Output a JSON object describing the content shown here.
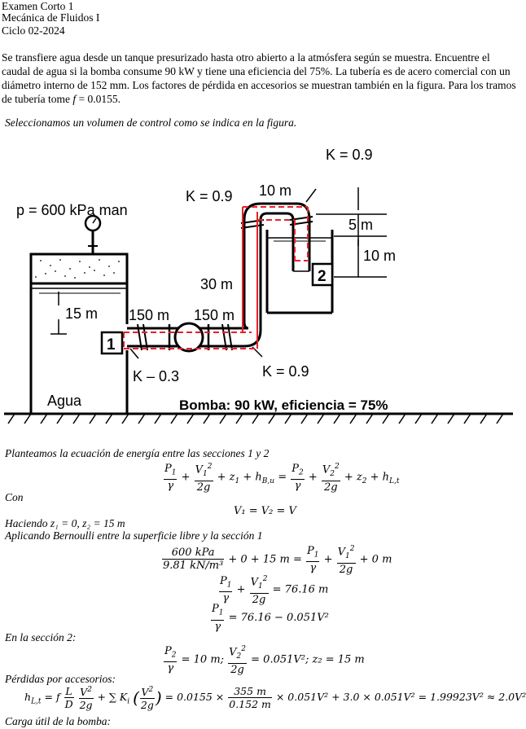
{
  "header": {
    "line1": "Examen Corto 1",
    "line2": "Mecánica de Fluidos I",
    "line3": "Ciclo 02-2024"
  },
  "problem": {
    "text": "Se transfiere agua desde un tanque presurizado hasta otro abierto a la atmósfera según se muestra. Encuentre el caudal de agua si la bomba consume 90 kW y tiene una eficiencia del 75%. La tubería es de acero comercial con un diámetro interno de 152 mm. Los factores de pérdida en accesorios se muestran también en la figura. Para los tramos de tubería tome ",
    "f_symbol": "f",
    "f_value": " = 0.0155."
  },
  "control_volume_text": "Seleccionamos un volumen de control como se indica en la figura.",
  "figure": {
    "pressure_label": "p = 600 kPa man",
    "k_top_right": "K = 0.9",
    "k_top_left": "K = 0.9",
    "length_top": "10 m",
    "depth_5m": "5 m",
    "height_10m": "10 m",
    "length_30m": "30 m",
    "height_15m": "15 m",
    "length_150a": "150 m",
    "length_150b": "150 m",
    "section1": "1",
    "section2": "2",
    "k_entrance": "K – 0.3",
    "k_bottom_right": "K = 0.9",
    "water_label": "Agua",
    "pump_label": "Bomba: 90 kW, eficiencia = 75%"
  },
  "solution": {
    "s1": "Planteamos la ecuación de energía entre las secciones 1 y 2",
    "con": "Con",
    "eq_v": "V₁ = V₂ = V",
    "haciendo": "Haciendo z₁ = 0, z₂ = 15 m",
    "bernoulli": "Aplicando Bernoulli entre la superficie libre y la sección 1",
    "b_num": "600 kPa",
    "b_den": "9.81 kN/m³",
    "b_mid": " + 0 + 15 m = ",
    "b_end": " + 0 m",
    "b2_result": " = 76.16 m",
    "b3_result": " = 76.16 − 0.051V²",
    "seccion2": "En la sección 2:",
    "s2_eq": " = 10 m;  ",
    "s2_eq2": " = 0.051V²;  z₂ = 15 m",
    "perdidas": "Pérdidas por accesorios:",
    "loss_tail": " = 0.0155 × ",
    "loss_num": "355 m",
    "loss_den": "0.152 m",
    "loss_end": " × 0.051V² + 3.0 × 0.051V² = 1.99923V² ≈ 2.0V²",
    "carga": "Carga útil de la bomba:"
  },
  "colors": {
    "control_volume": "#e8202a",
    "text": "#000000"
  }
}
